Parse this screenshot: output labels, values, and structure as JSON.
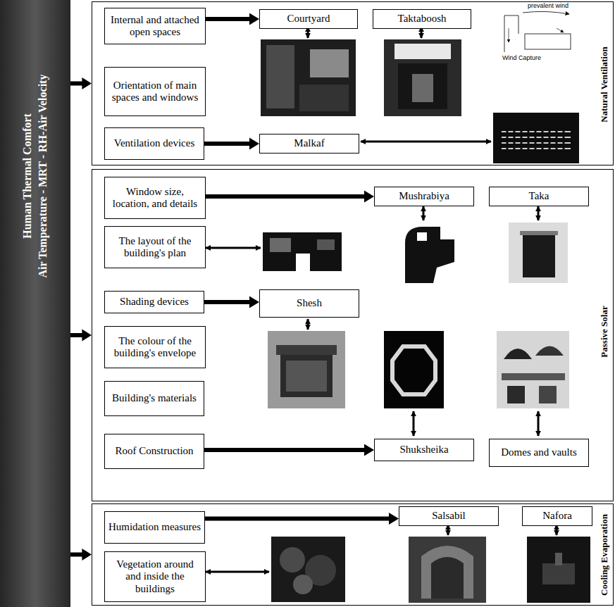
{
  "diagram": {
    "nodes": [
      {
        "text": [
          "Human Thermal Comfort",
          "Air Temperature - MRT - RH-Air Velocity"
        ]
      },
      {
        "text": [
          "Natural Ventilation"
        ]
      },
      {
        "text": [
          "Internal and attached open spaces"
        ],
        "in": 1
      },
      {
        "text": [
          "Courtyard"
        ],
        "in": 1
      },
      {
        "text": [
          "Taktaboosh"
        ],
        "in": 1
      },
      {
        "text": [
          "Orientation of main spaces and windows"
        ],
        "in": 1
      },
      {
        "text": [
          "Ventilation devices"
        ],
        "in": 1
      },
      {
        "text": [
          "Malkaf"
        ],
        "in": 1
      },
      {
        "text": [
          "Passive Solar"
        ]
      },
      {
        "text": [
          "Window size, location, and details"
        ],
        "in": 8
      },
      {
        "text": [
          "Mushrabiya"
        ],
        "in": 8
      },
      {
        "text": [
          "Taka"
        ],
        "in": 8
      },
      {
        "text": [
          "The layout of the building's plan"
        ],
        "in": 8
      },
      {
        "text": [
          "Shading devices"
        ],
        "in": 8
      },
      {
        "text": [
          "Shesh"
        ],
        "in": 8
      },
      {
        "text": [
          "The colour of the building's envelope"
        ],
        "in": 8
      },
      {
        "text": [
          "Building's materials"
        ],
        "in": 8
      },
      {
        "text": [
          "Roof Construction"
        ],
        "in": 8
      },
      {
        "text": [
          "Shuksheika"
        ],
        "in": 8
      },
      {
        "text": [
          "Domes and vaults"
        ],
        "in": 8
      },
      {
        "text": [
          "Cooling Evaporation"
        ]
      },
      {
        "text": [
          "Humidation measures"
        ],
        "in": 20
      },
      {
        "text": [
          "Salsabil"
        ],
        "in": 20
      },
      {
        "text": [
          "Nafora"
        ],
        "in": 20
      },
      {
        "text": [
          "Vegetation around and inside the buildings"
        ],
        "in": 20
      }
    ],
    "edges": [
      {
        "from": 0,
        "to": 1,
        "arrow": "to"
      },
      {
        "from": 0,
        "to": 8,
        "arrow": "to"
      },
      {
        "from": 0,
        "to": 20,
        "arrow": "to"
      },
      {
        "from": 2,
        "to": 3,
        "arrow": "to"
      },
      {
        "from": 6,
        "to": 7,
        "arrow": "to"
      },
      {
        "from": 9,
        "to": 10,
        "arrow": "to"
      },
      {
        "from": 13,
        "to": 14,
        "arrow": "to"
      },
      {
        "from": 17,
        "to": 18,
        "arrow": "to"
      },
      {
        "from": 21,
        "to": 22,
        "arrow": "to"
      }
    ],
    "labels": [
      "prevalent wind",
      "Wind Capture"
    ]
  }
}
